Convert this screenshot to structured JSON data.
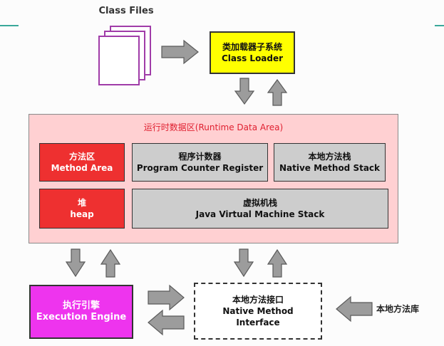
{
  "class_files": {
    "label": "Class Files"
  },
  "class_loader": {
    "cn": "类加载器子系统",
    "en": "Class Loader"
  },
  "runtime_area": {
    "title": "运行时数据区(Runtime Data Area)",
    "method_area": {
      "cn": "方法区",
      "en": "Method Area"
    },
    "pc_register": {
      "cn": "程序计数器",
      "en": "Program Counter Register"
    },
    "native_stack": {
      "cn": "本地方法栈",
      "en": "Native Method Stack"
    },
    "heap": {
      "cn": "堆",
      "en": "heap"
    },
    "jvm_stack": {
      "cn": "虚拟机栈",
      "en": "Java Virtual Machine Stack"
    }
  },
  "execution_engine": {
    "cn": "执行引擎",
    "en": "Execution Engine"
  },
  "native_interface": {
    "cn": "本地方法接口",
    "en1": "Native Method",
    "en2": "Interface"
  },
  "native_library": {
    "label": "本地方法库"
  },
  "colors": {
    "class_loader": "#ffff00",
    "runtime_bg": "#ffd0d2",
    "runtime_title": "#e02030",
    "red_box": "#ee3030",
    "gray_box": "#cdcdcd",
    "exec_engine": "#ee34ee",
    "file_border": "#a03ca8",
    "arrow": "#9c9c9c"
  }
}
